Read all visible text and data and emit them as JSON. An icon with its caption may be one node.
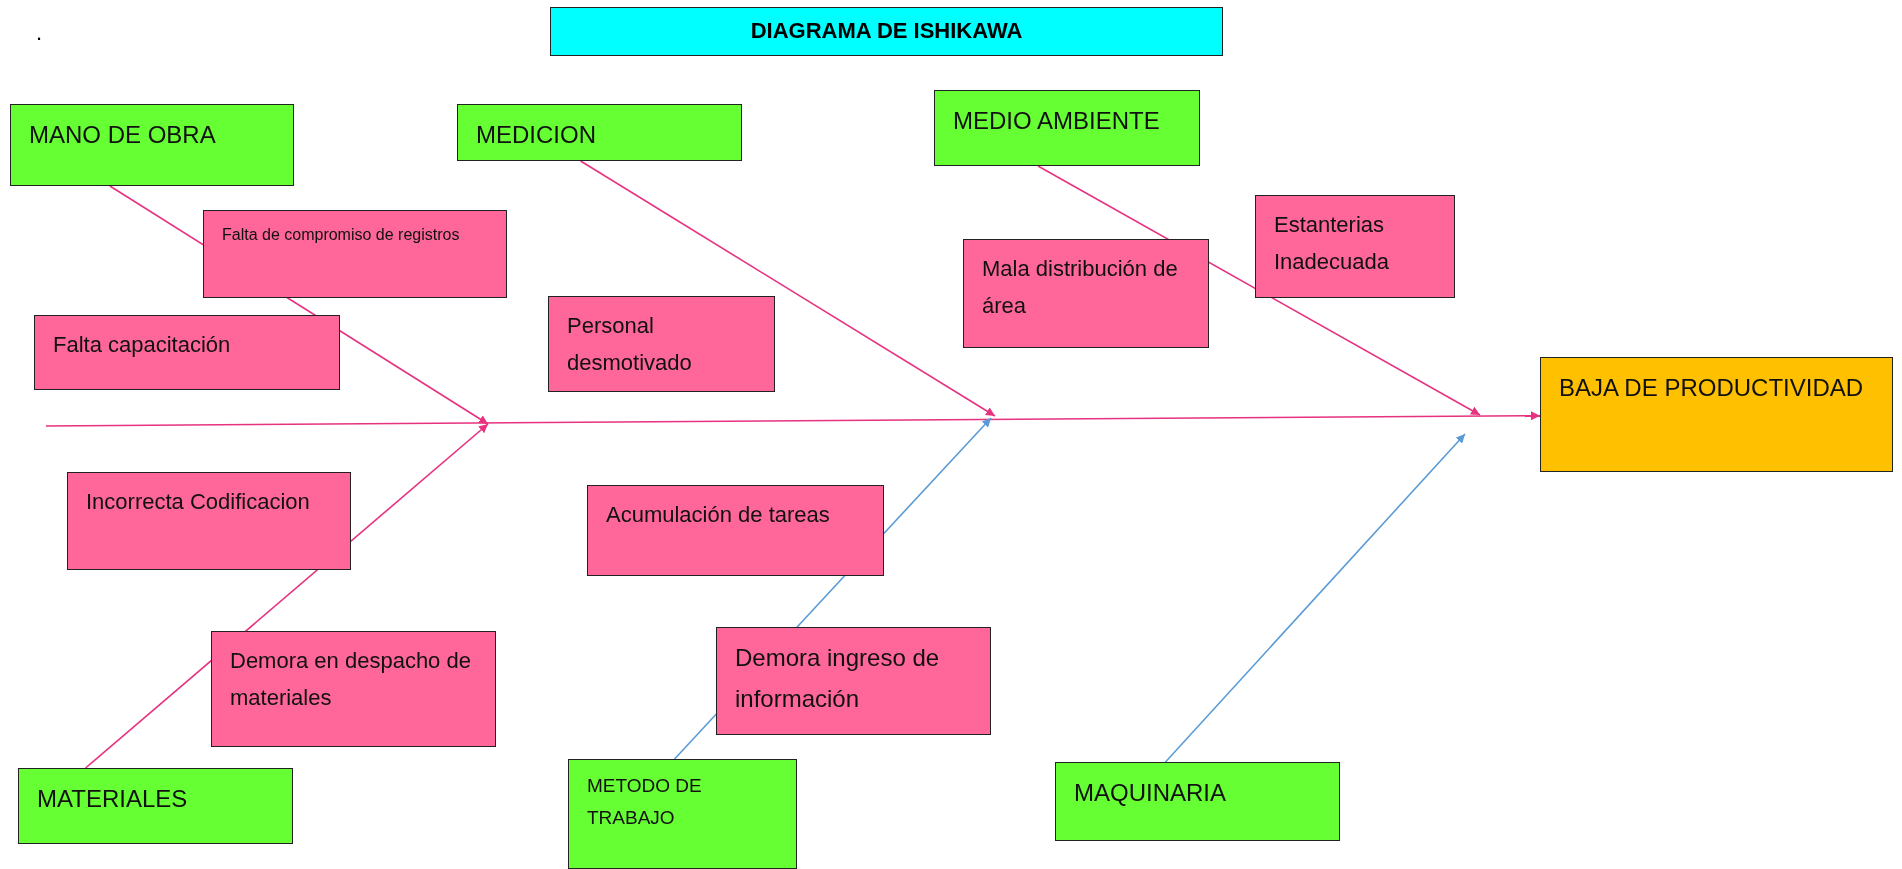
{
  "diagram": {
    "title": "DIAGRAMA DE ISHIKAWA",
    "nodes": [
      {
        "text": [
          "MANO DE OBRA"
        ]
      },
      {
        "text": [
          "MEDICION"
        ]
      },
      {
        "text": [
          "MEDIO AMBIENTE"
        ]
      },
      {
        "text": [
          "Falta de compromiso de registros"
        ]
      },
      {
        "text": [
          "Falta capacitación"
        ]
      },
      {
        "text": [
          "Personal desmotivado"
        ]
      },
      {
        "text": [
          "Mala distribución de área"
        ]
      },
      {
        "text": [
          "Estanterias Inadecuada"
        ]
      },
      {
        "text": [
          "BAJA DE PRODUCTIVIDAD"
        ]
      },
      {
        "text": [
          "Incorrecta Codificacion"
        ]
      },
      {
        "text": [
          "Acumulación de tareas"
        ]
      },
      {
        "text": [
          "Demora en despacho de materiales"
        ]
      },
      {
        "text": [
          "Demora ingreso de información"
        ]
      },
      {
        "text": [
          "MATERIALES"
        ]
      },
      {
        "text": [
          "METODO DE TRABAJO"
        ]
      },
      {
        "text": [
          "MAQUINARIA"
        ]
      }
    ],
    "edges": [
      {
        "from": null,
        "to": 8,
        "arrow": "to"
      },
      {
        "from": 0,
        "to": null,
        "arrow": "to"
      },
      {
        "from": 1,
        "to": null,
        "arrow": "to"
      },
      {
        "from": 2,
        "to": null,
        "arrow": "to"
      },
      {
        "from": 13,
        "to": null,
        "arrow": "to"
      },
      {
        "from": 14,
        "to": null,
        "arrow": "to",
        "color": "#5b9bd5"
      },
      {
        "from": 15,
        "to": null,
        "arrow": "to",
        "color": "#5b9bd5"
      }
    ],
    "labels": [
      "."
    ]
  }
}
